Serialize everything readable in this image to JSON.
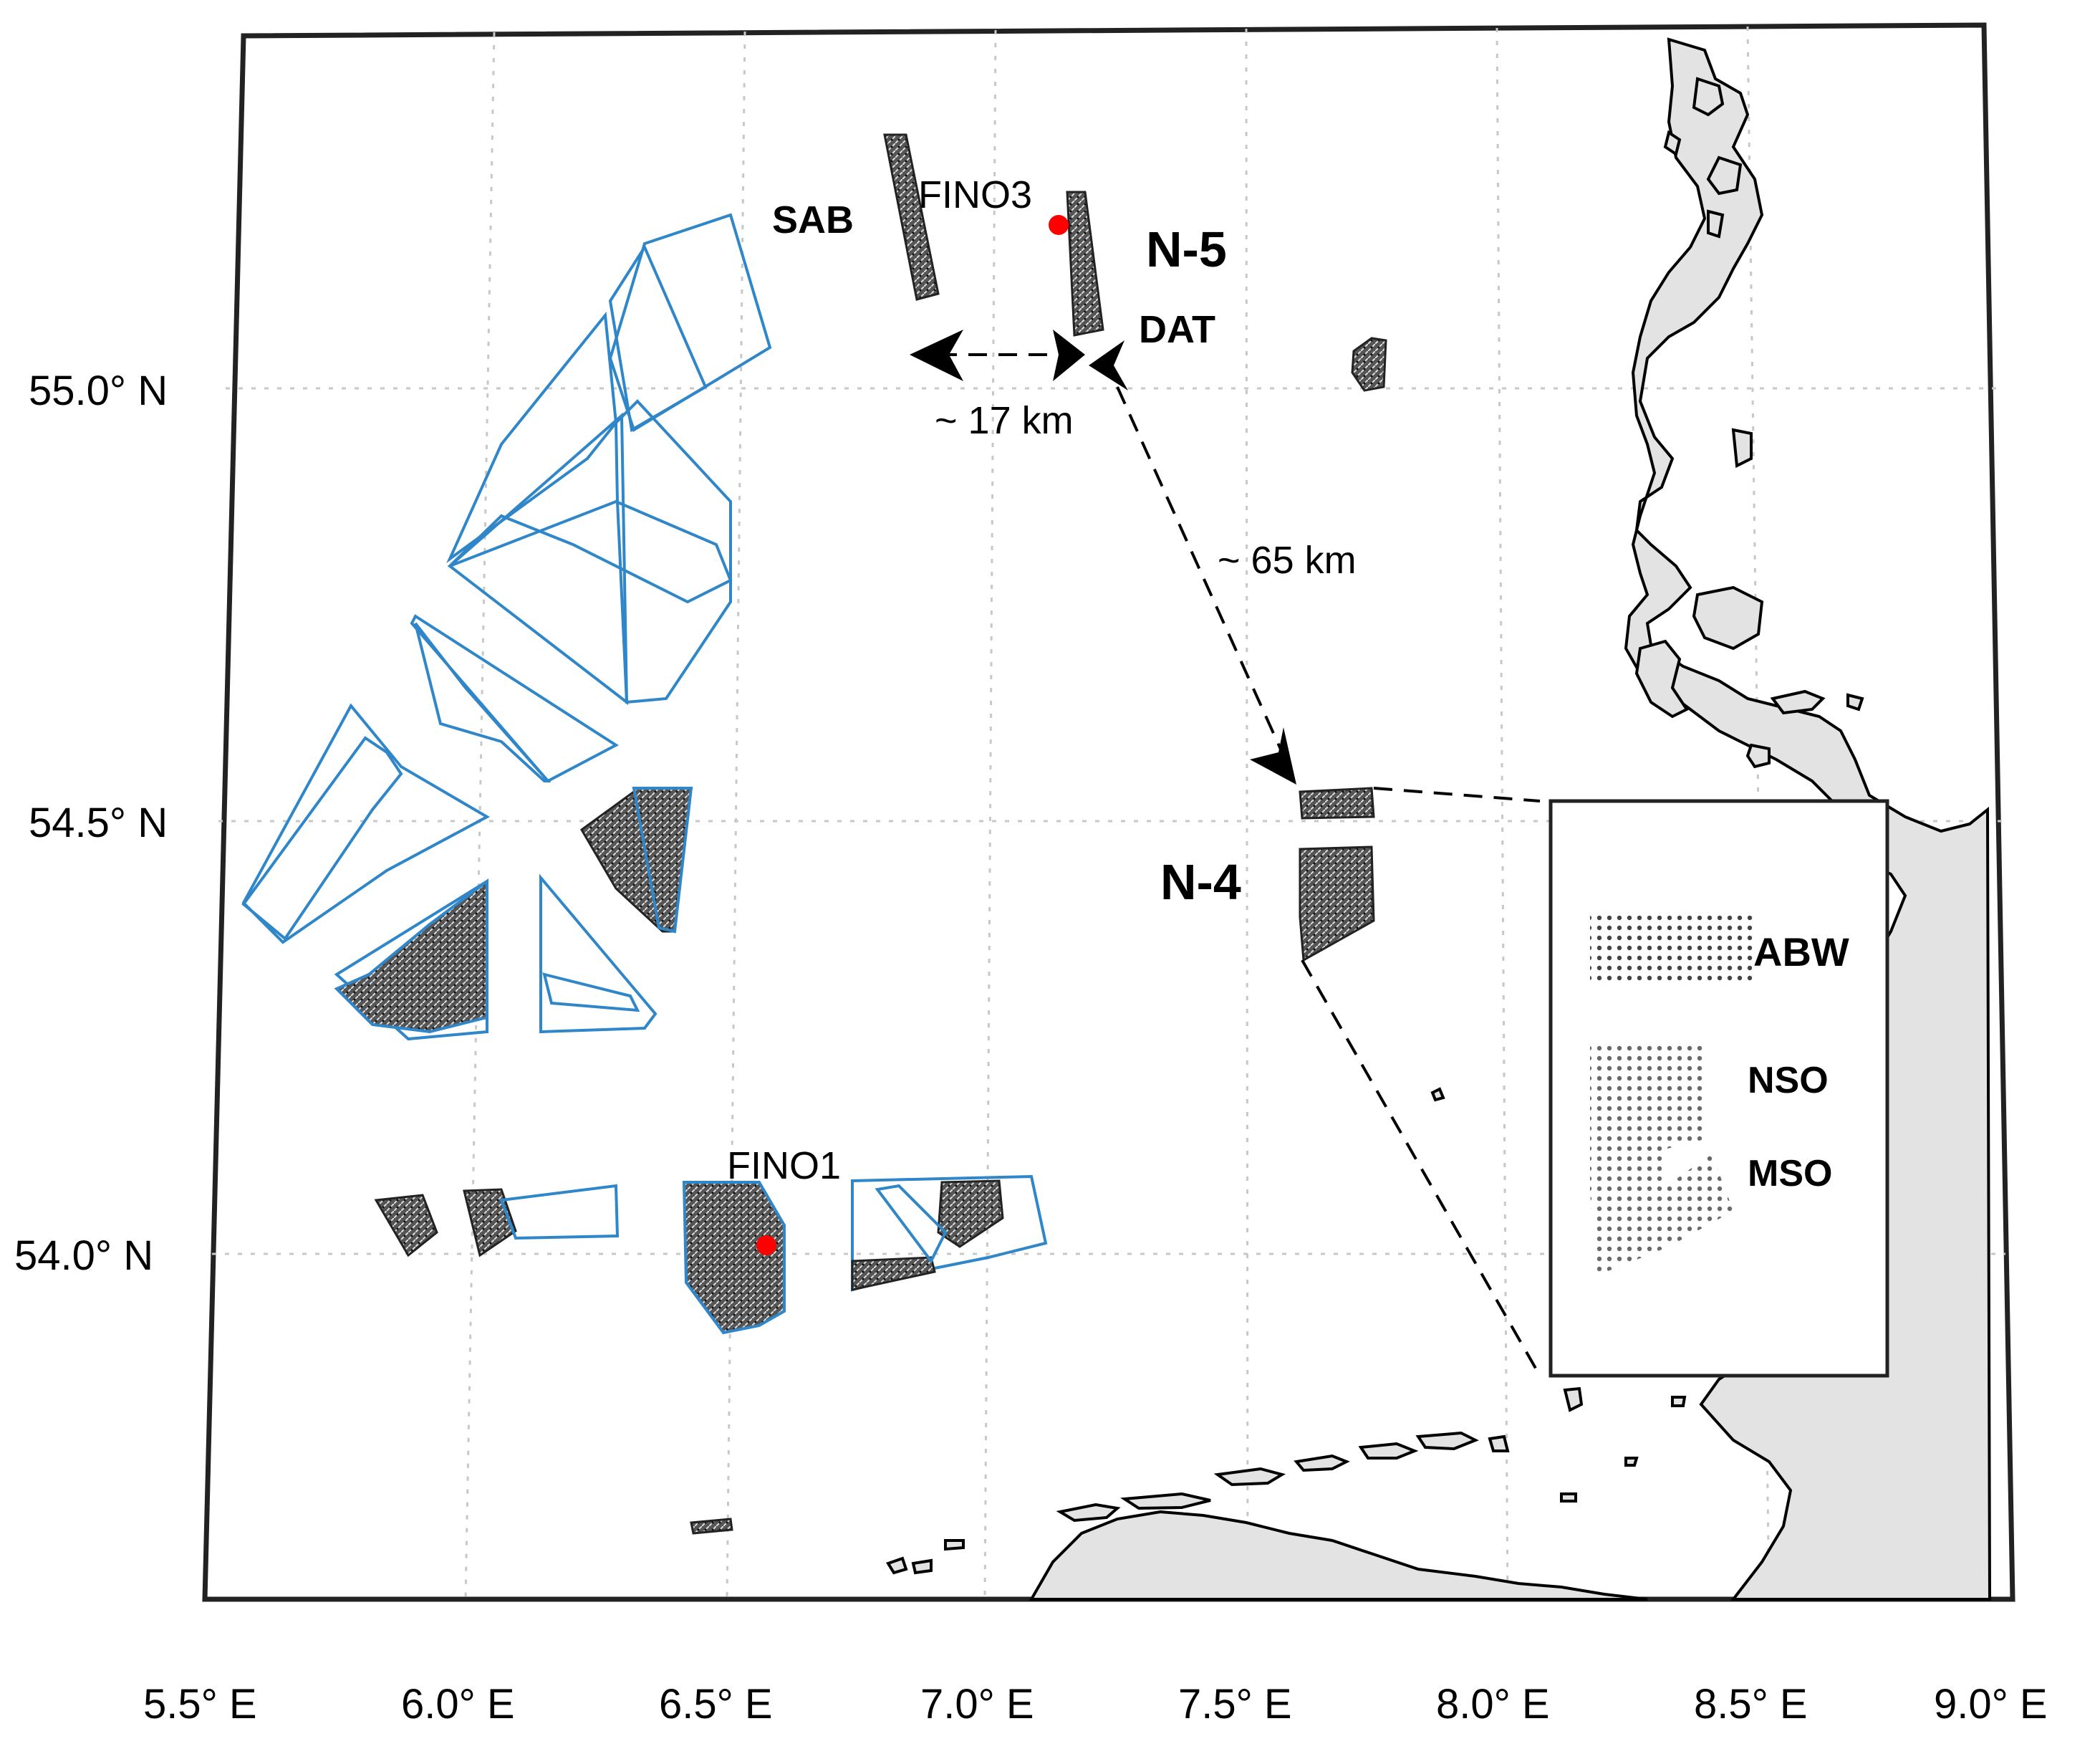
{
  "axes": {
    "lon_labels": [
      "5.5° E",
      "6.0° E",
      "6.5° E",
      "7.0° E",
      "7.5° E",
      "8.0° E",
      "8.5° E",
      "9.0° E"
    ],
    "lat_labels": [
      "55.0° N",
      "54.5° N",
      "54.0° N"
    ]
  },
  "labels": {
    "sab": "SAB",
    "fino3": "FINO3",
    "n5": "N-5",
    "dat": "DAT",
    "dist17": "~ 17 km",
    "dist65": "~ 65 km",
    "n4": "N-4",
    "fino1": "FINO1"
  },
  "inset": {
    "abw": "ABW",
    "nso": "NSO",
    "mso": "MSO"
  },
  "colors": {
    "wind_farm_outline": "#2f86c8",
    "measurement_point": "#ff0000",
    "land": "#e3e3e3"
  }
}
